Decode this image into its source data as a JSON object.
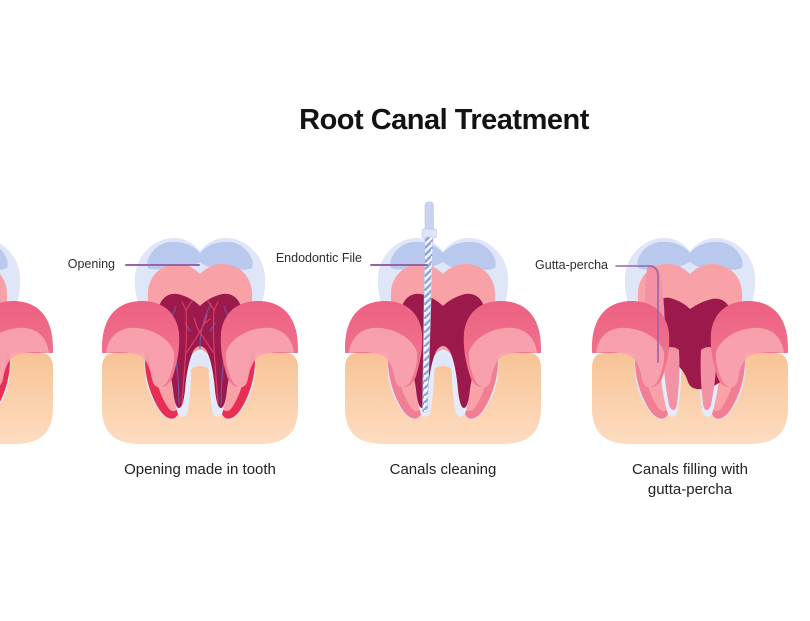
{
  "title": "Root Canal Treatment",
  "figures": [
    {
      "id": "partial",
      "caption": "",
      "label": ""
    },
    {
      "id": "opening",
      "caption": "Opening made in tooth",
      "label": "Opening"
    },
    {
      "id": "cleaning",
      "caption": "Canals cleaning",
      "label": "Endodontic File"
    },
    {
      "id": "filling",
      "caption": "Canals filling with gutta-percha",
      "label": "Gutta-percha"
    }
  ],
  "palette": {
    "enamel": "#dfe6f8",
    "cap": "#b5c6ec",
    "dentin": "#f8a2a8",
    "pulp": "#9c1a4b",
    "liner": "#e4ecfb",
    "bone_top": "#f8c396",
    "bone_bot": "#fddcc1",
    "gum_top": "#ed6182",
    "gum_bot": "#f27b93",
    "gum_light": "#f8a5b0",
    "root_red": "#e82e52",
    "root_pink": "#f27e94",
    "nerve_purple": "#6f58a8",
    "nerve_red": "#dd3f63",
    "gutta": "#f492a5",
    "file_body": "#f1f5fe",
    "file_stripe": "#8fa3d8",
    "file_handle": "#c9d4f1",
    "file_collar": "#dee5f8",
    "connector": "#9565a8",
    "text": "#212121",
    "title": "#131313"
  }
}
